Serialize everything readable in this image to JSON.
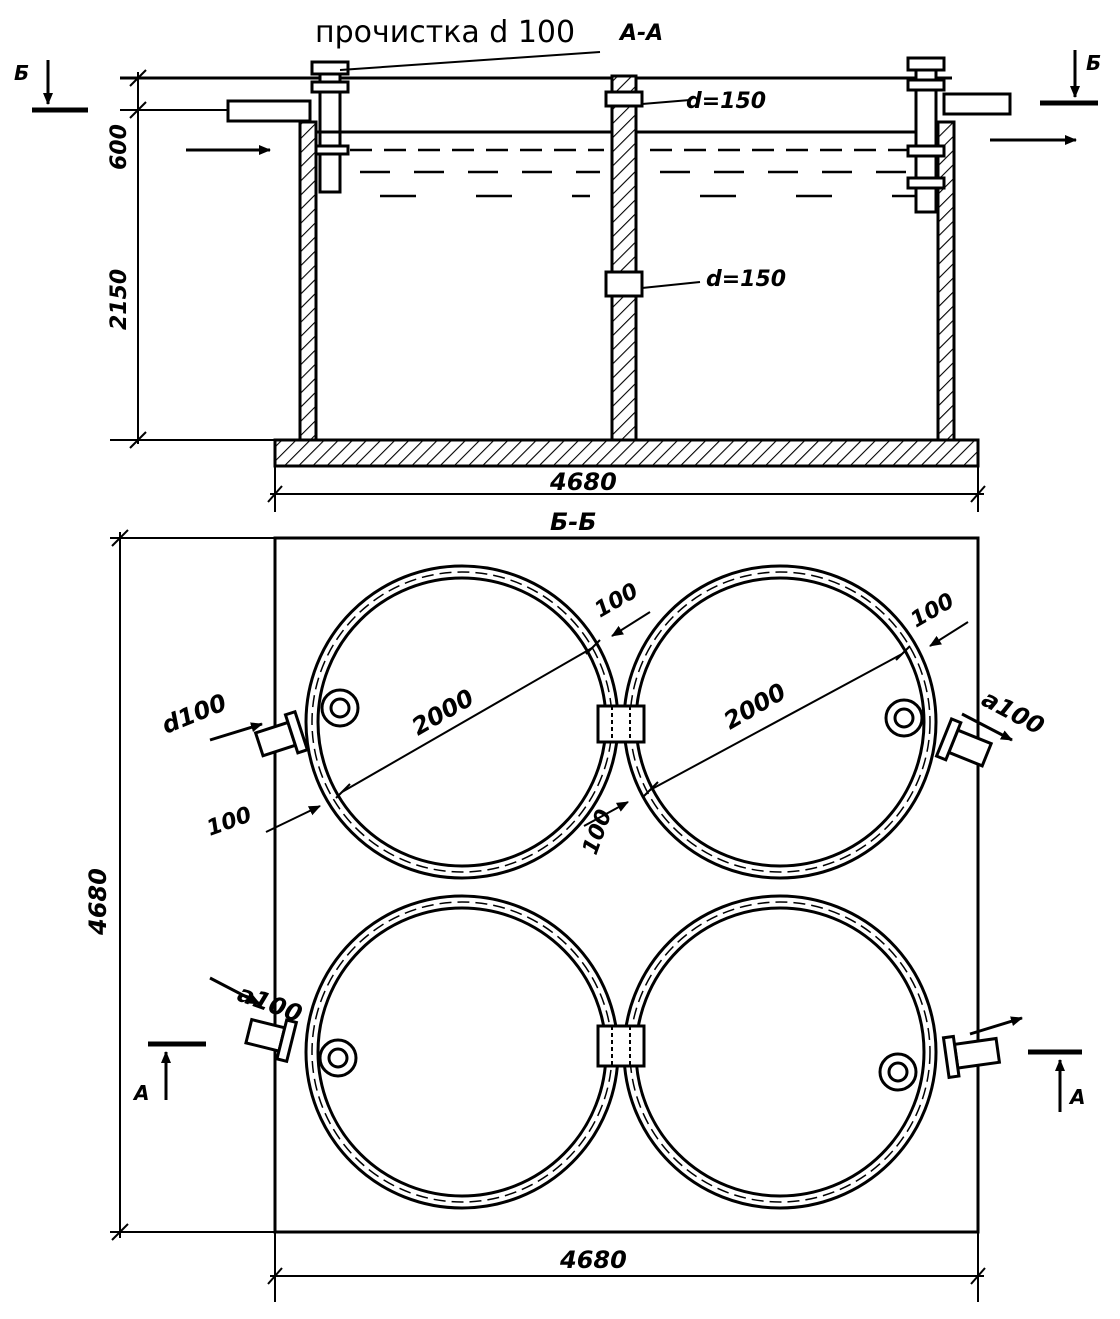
{
  "labels": {
    "cleanout": "прочистка d 100",
    "section_aa": "А-А",
    "section_bb": "Б-Б",
    "mark_b": "Б",
    "mark_a": "А",
    "d150": "d=150",
    "d100": "d100",
    "a100": "a100",
    "dim_600": "600",
    "dim_2150": "2150",
    "dim_4680": "4680",
    "dim_2000": "2000",
    "dim_100": "100"
  }
}
